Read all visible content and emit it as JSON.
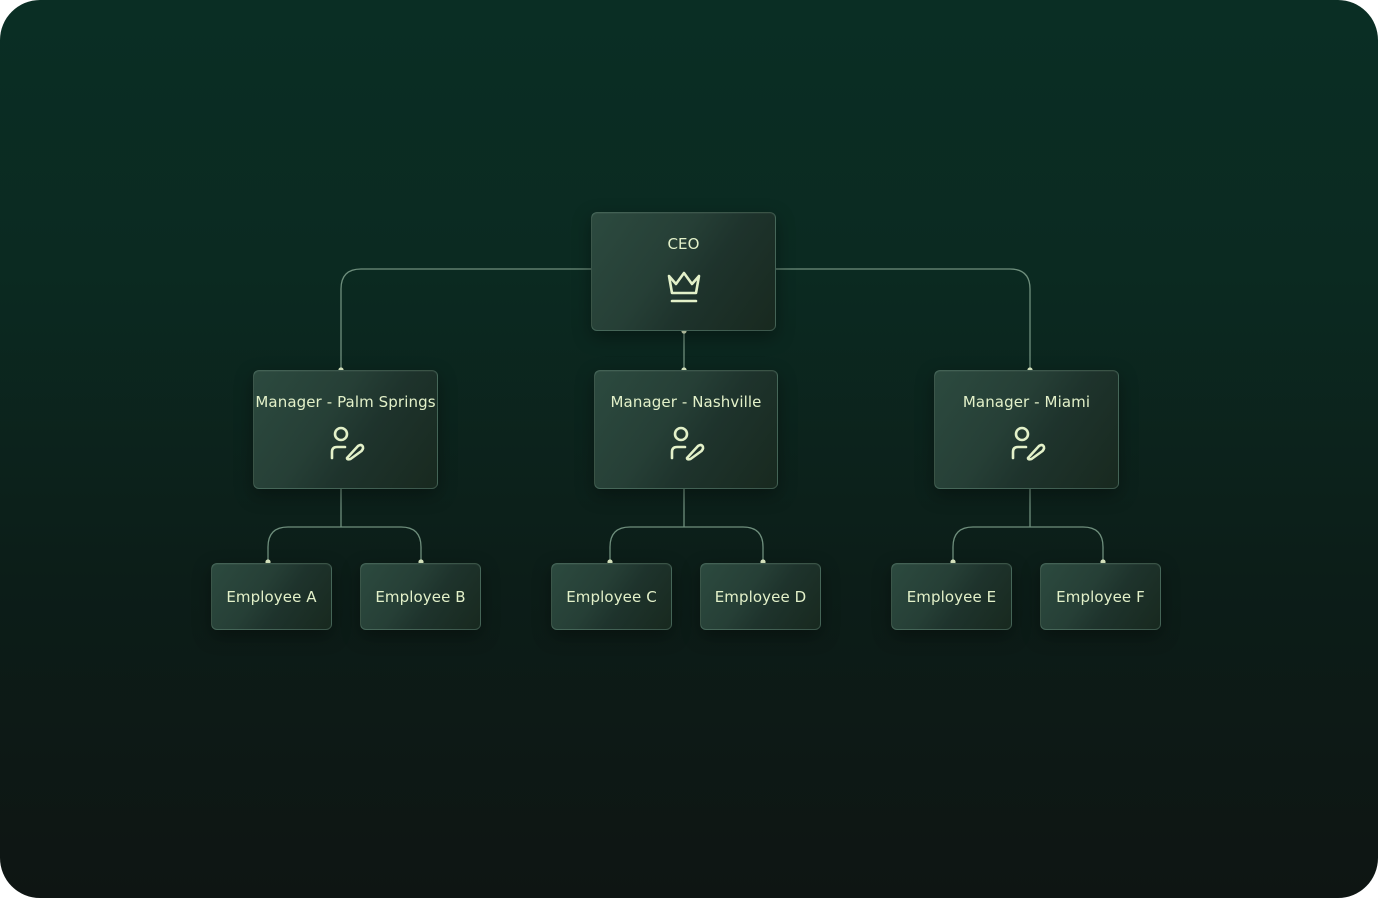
{
  "colors": {
    "accent": "#e3f1c9",
    "connector": "#7f9c8a",
    "node_border": "#4a6a5c",
    "bg_top": "#0a2e24",
    "bg_bottom": "#0e1513"
  },
  "org_chart": {
    "ceo": {
      "label": "CEO",
      "icon": "crown-icon"
    },
    "managers": [
      {
        "label": "Manager - Palm Springs",
        "icon": "user-edit-icon",
        "employees": [
          {
            "label": "Employee A"
          },
          {
            "label": "Employee B"
          }
        ]
      },
      {
        "label": "Manager - Nashville",
        "icon": "user-edit-icon",
        "employees": [
          {
            "label": "Employee C"
          },
          {
            "label": "Employee D"
          }
        ]
      },
      {
        "label": "Manager - Miami",
        "icon": "user-edit-icon",
        "employees": [
          {
            "label": "Employee E"
          },
          {
            "label": "Employee F"
          }
        ]
      }
    ]
  }
}
